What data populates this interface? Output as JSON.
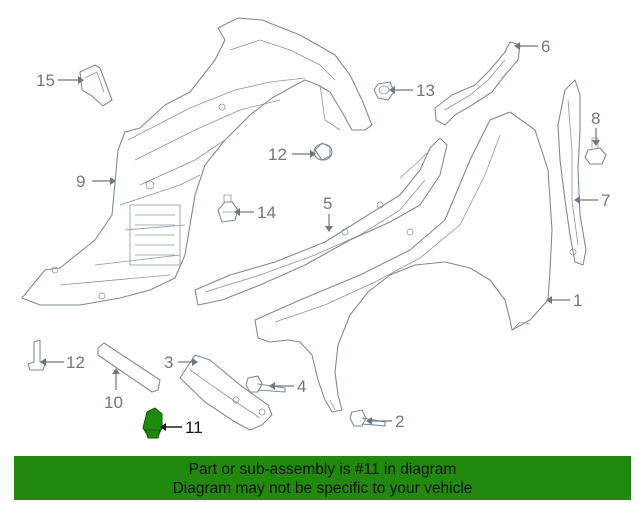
{
  "callouts": [
    {
      "id": "1",
      "text": "1"
    },
    {
      "id": "2",
      "text": "2"
    },
    {
      "id": "3",
      "text": "3"
    },
    {
      "id": "4",
      "text": "4"
    },
    {
      "id": "5",
      "text": "5"
    },
    {
      "id": "6",
      "text": "6"
    },
    {
      "id": "7",
      "text": "7"
    },
    {
      "id": "8",
      "text": "8"
    },
    {
      "id": "9",
      "text": "9"
    },
    {
      "id": "10",
      "text": "10"
    },
    {
      "id": "11",
      "text": "11"
    },
    {
      "id": "12a",
      "text": "12"
    },
    {
      "id": "12b",
      "text": "12"
    },
    {
      "id": "13",
      "text": "13"
    },
    {
      "id": "14",
      "text": "14"
    },
    {
      "id": "15",
      "text": "15"
    }
  ],
  "highlight": {
    "part": "11",
    "color": "#218a0e"
  },
  "banner": {
    "line1": "Part or sub-assembly is #11 in diagram",
    "line2": "Diagram may not be specific to your vehicle",
    "color": "#218a0e"
  }
}
